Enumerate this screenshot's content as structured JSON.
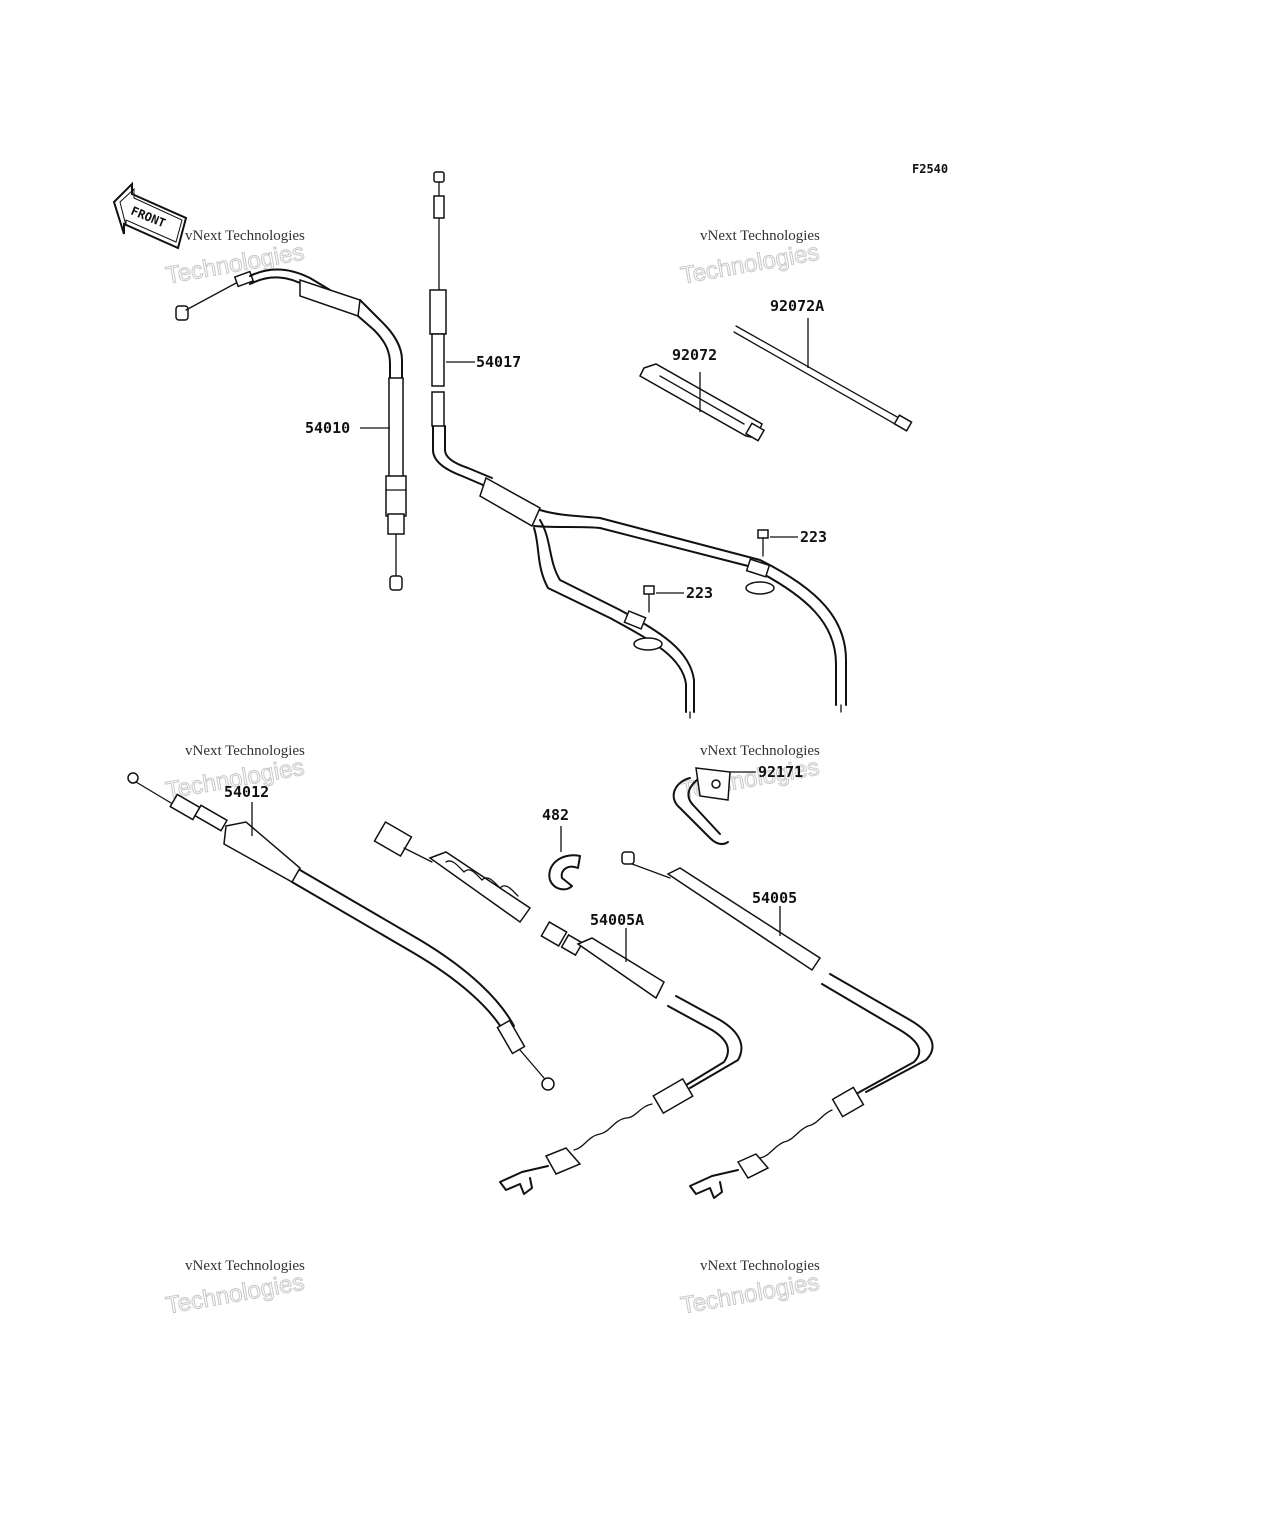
{
  "figure_code": "F2540",
  "front_arrow_label": "FRONT",
  "watermark": {
    "line1": "vNext Technologies",
    "line2": "Technologies",
    "overlay": "vNext"
  },
  "parts": {
    "p54010": "54010",
    "p54017": "54017",
    "p92072A": "92072A",
    "p92072": "92072",
    "p223a": "223",
    "p223b": "223",
    "p54012": "54012",
    "p482": "482",
    "p92171": "92171",
    "p54005A": "54005A",
    "p54005": "54005"
  }
}
